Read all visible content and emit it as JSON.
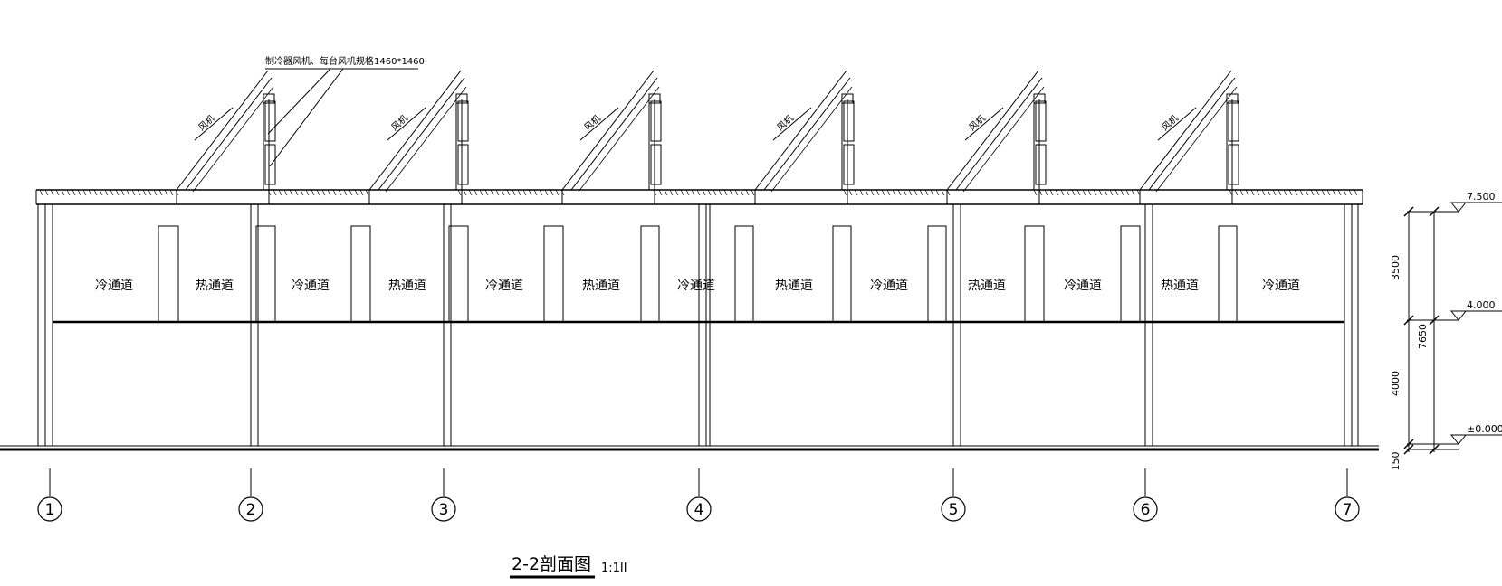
{
  "drawing": {
    "note_text": "制冷器风机、每台风机规格1460*1460",
    "title": "2-2剖面图",
    "scale": "1:1II",
    "roof_tag": "风机"
  },
  "aisles": [
    "冷通道",
    "热通道",
    "冷通道",
    "热通道",
    "冷通道",
    "热通道",
    "冷通道",
    "热通道",
    "冷通道",
    "热通道",
    "冷通道",
    "热通道",
    "冷通道"
  ],
  "axes": [
    "1",
    "2",
    "3",
    "4",
    "5",
    "6",
    "7"
  ],
  "levels": [
    "7.500",
    "4.000",
    "±0.000"
  ],
  "dimensions": [
    "3500",
    "7650",
    "4000",
    "150"
  ]
}
